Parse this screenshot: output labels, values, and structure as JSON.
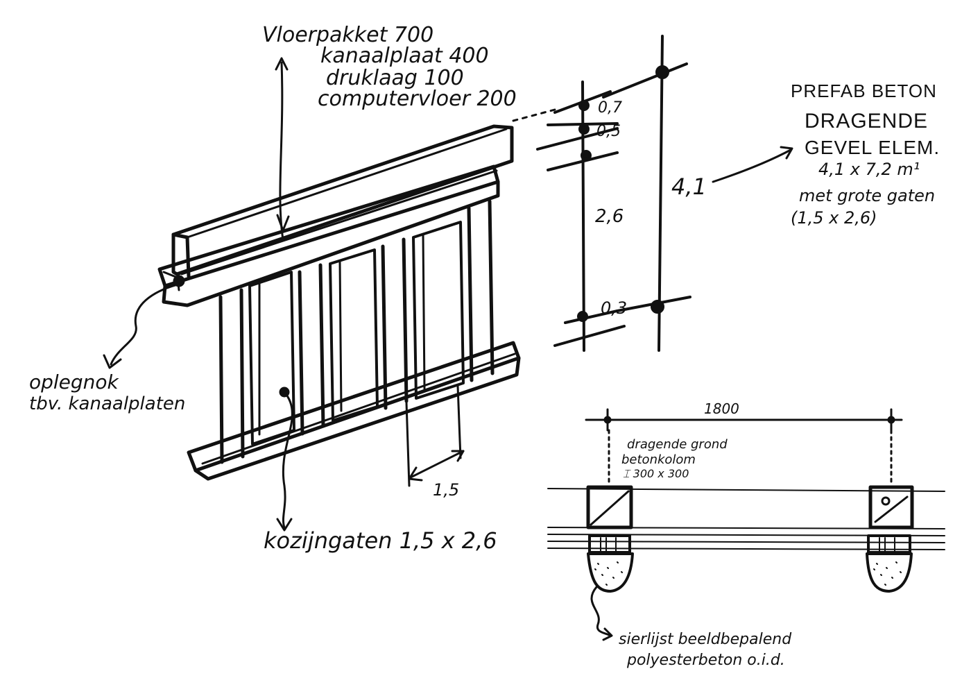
{
  "labels": {
    "floor_package": [
      "Vloerpakket 700",
      "kanaalplaat 400",
      "druklaag 100",
      "computervloer 200"
    ],
    "support_ledge": [
      "oplegnok",
      "tbv. kanaalplaten"
    ],
    "window_openings": "kozijngaten 1,5 x 2,6",
    "window_width": "1,5",
    "prefab_note": [
      "PREFAB BETON",
      "DRAGENDE",
      "GEVEL ELEM.",
      "4,1 x 7,2 m¹",
      "met grote gaten",
      "(1,5 x 2,6)"
    ],
    "dimensions": {
      "d1": "0,7",
      "d2": "0,5",
      "d3": "2,6",
      "d4": "0,3",
      "total": "4,1"
    },
    "plan_width": "1800",
    "column_note": [
      "dragende grond",
      "betonkolom",
      "⌶ 300 x 300"
    ],
    "finish_note": [
      "sierlijst beeldbepalend",
      "polyesterbeton o.i.d."
    ]
  },
  "colors": {
    "ink": "#111111",
    "paper": "#ffffff"
  }
}
